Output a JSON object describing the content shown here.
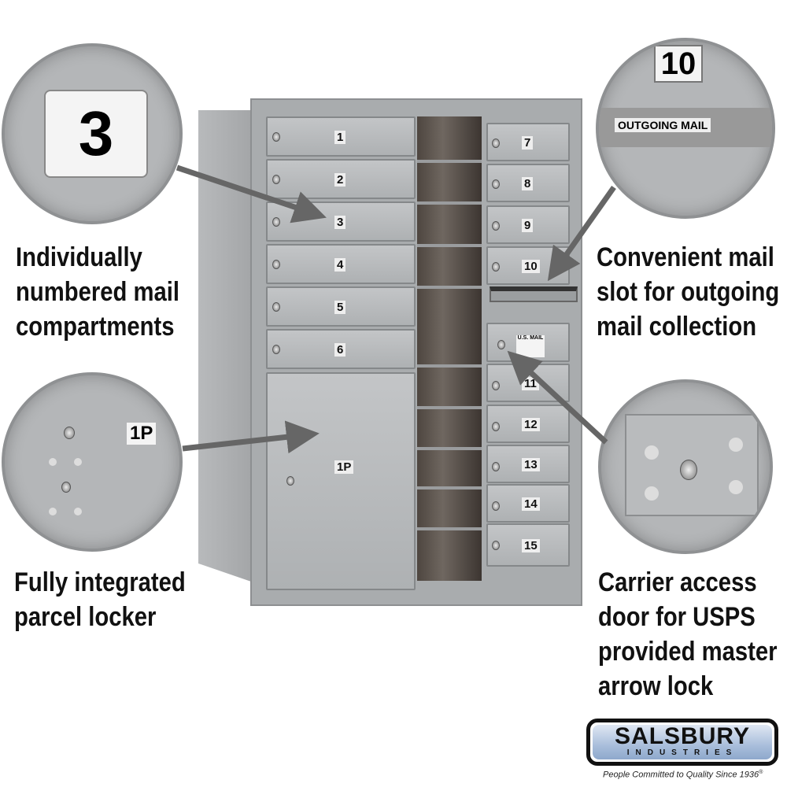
{
  "callouts": {
    "numbered": {
      "lines": [
        "Individually",
        "numbered mail",
        "compartments"
      ],
      "inset_label": "3"
    },
    "parcel": {
      "lines": [
        "Fully integrated",
        "parcel locker"
      ],
      "inset_label": "1P"
    },
    "outgoing": {
      "lines": [
        "Convenient mail",
        "slot for outgoing",
        "mail collection"
      ],
      "inset_number": "10",
      "inset_label": "OUTGOING MAIL"
    },
    "carrier": {
      "lines": [
        "Carrier access",
        "door for USPS",
        "provided master",
        "arrow lock"
      ]
    }
  },
  "mailbox": {
    "left_doors": [
      "1",
      "2",
      "3",
      "4",
      "5",
      "6"
    ],
    "parcel_door": "1P",
    "right_doors_top": [
      "7",
      "8",
      "9",
      "10"
    ],
    "carrier_label": "U.S. MAIL",
    "right_doors_bottom": [
      "11",
      "12",
      "13",
      "14",
      "15"
    ]
  },
  "logo": {
    "name": "SALSBURY",
    "sub": "INDUSTRIES",
    "tagline": "People Committed to Quality Since 1936",
    "mark": "®"
  }
}
